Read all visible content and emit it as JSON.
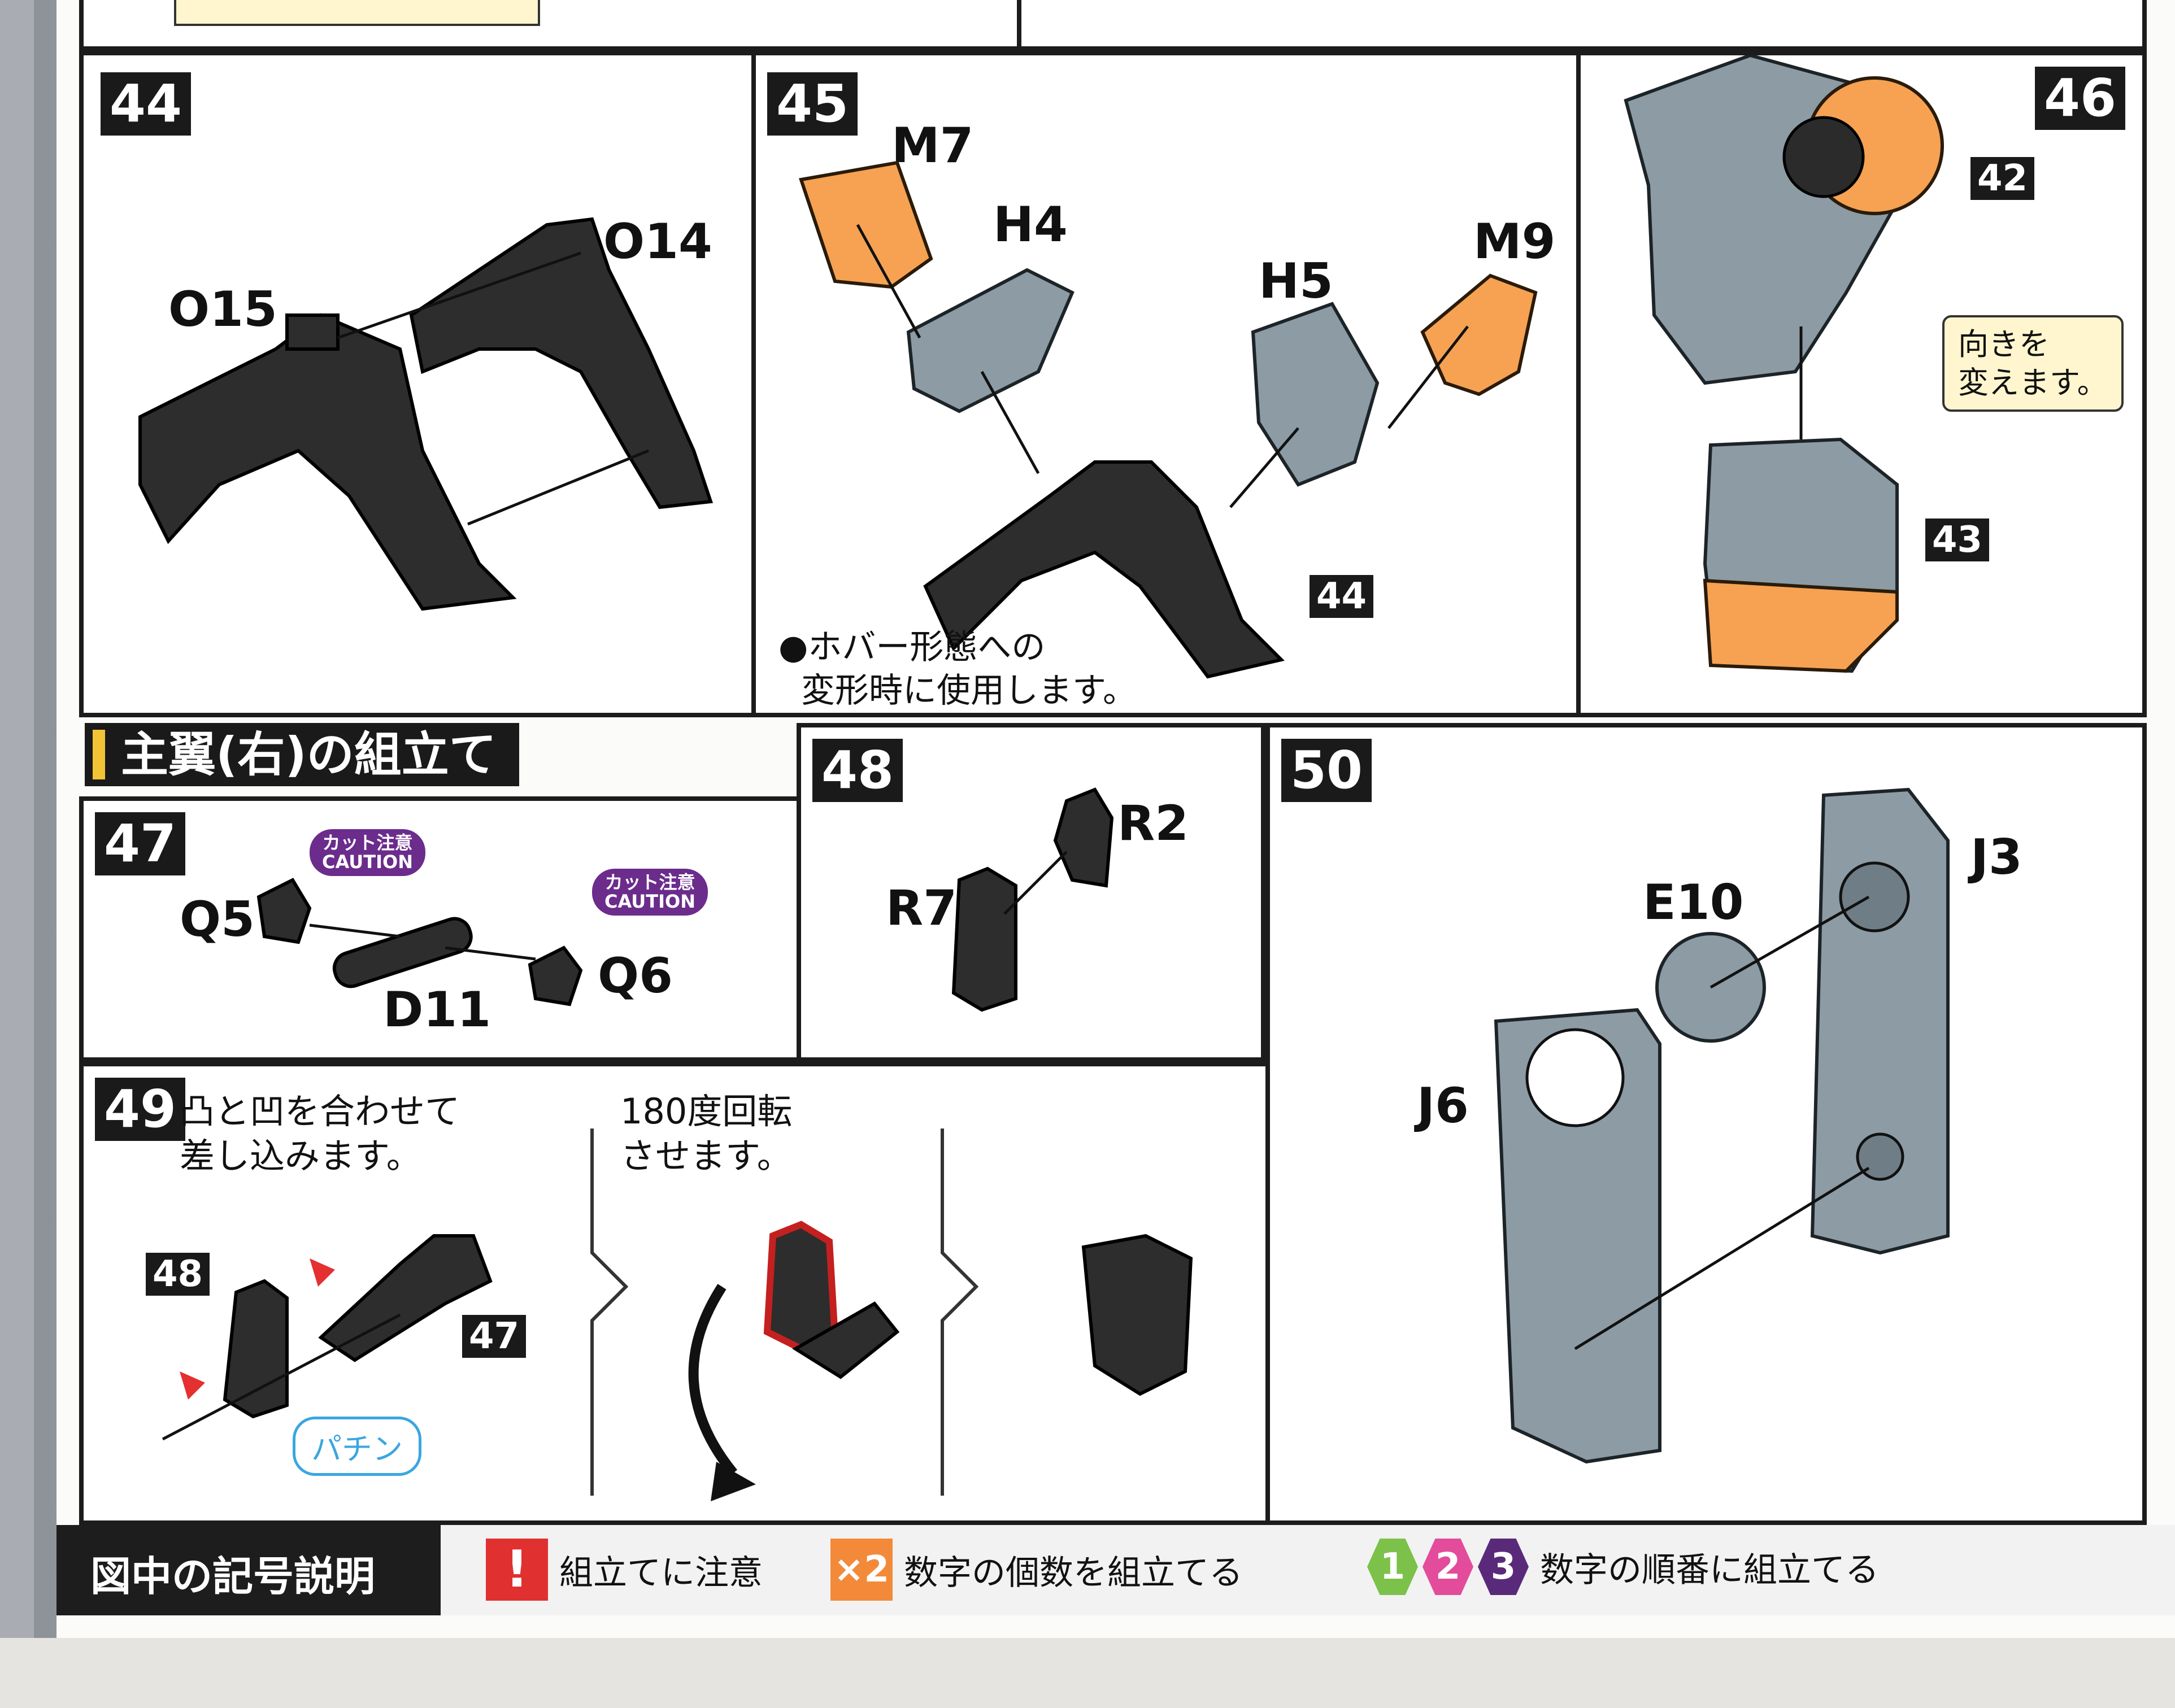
{
  "steps": {
    "s44": {
      "number": "44",
      "parts": {
        "o15": "O15",
        "o14": "O14"
      }
    },
    "s45": {
      "number": "45",
      "parts": {
        "m7": "M7",
        "h4": "H4",
        "h5": "H5",
        "m9": "M9"
      },
      "ref_tag": "44",
      "note_line1": "●ホバー形態への",
      "note_line2": "変形時に使用します。"
    },
    "s46": {
      "number": "46",
      "ref_top": "42",
      "ref_bottom": "43",
      "bubble_line1": "向きを",
      "bubble_line2": "変えます。"
    },
    "section_title": "主翼(右)の組立て",
    "s47": {
      "number": "47",
      "parts": {
        "q5": "Q5",
        "d11": "D11",
        "q6": "Q6"
      },
      "caution_jp": "カット注意",
      "caution_en": "CAUTION"
    },
    "s48": {
      "number": "48",
      "parts": {
        "r2": "R2",
        "r7": "R7"
      }
    },
    "s49": {
      "number": "49",
      "note1_line1": "凸と凹を合わせて",
      "note1_line2": "差し込みます。",
      "note2_line1": "180度回転",
      "note2_line2": "させます。",
      "ref_48": "48",
      "ref_47": "47",
      "snap": "パチン"
    },
    "s50": {
      "number": "50",
      "parts": {
        "e10": "E10",
        "j3": "J3",
        "j6": "J6"
      }
    }
  },
  "legend": {
    "title": "図中の記号説明",
    "item1_icon": "!",
    "item1": "組立てに注意",
    "item2_icon": "×2",
    "item2": "数字の個数を組立てる",
    "item3_icons": [
      "1",
      "2",
      "3"
    ],
    "item3": "数字の順番に組立てる"
  },
  "colors": {
    "orange": "#f6a252",
    "grey": "#8c9ba4",
    "dark": "#2d2d2d",
    "caution": "#6b2c8c",
    "accent": "#f2c335"
  }
}
